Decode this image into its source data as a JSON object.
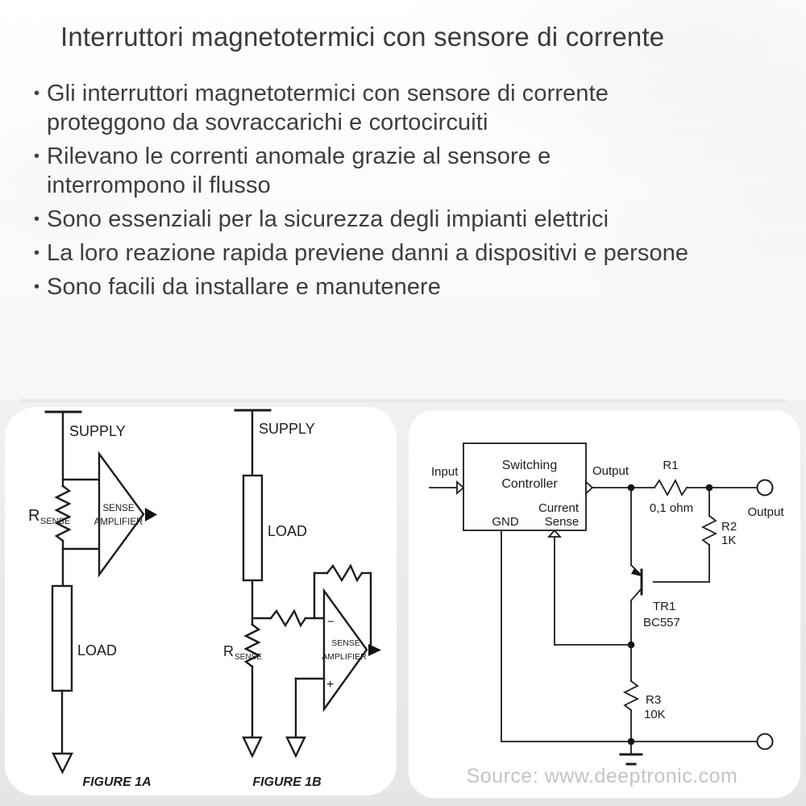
{
  "header": {
    "title": "Interruttori magnetotermici con sensore di corrente"
  },
  "ui": {
    "bullet_marker": "•"
  },
  "bullets": [
    "Gli interruttori magnetotermici con sensore di corrente\nproteggono da sovraccarichi e cortocircuiti",
    "Rilevano le correnti anomale grazie al sensore e\ninterrompono il flusso",
    "Sono essenziali per la sicurezza degli impianti elettrici",
    "La loro reazione rapida previene danni a dispositivi e persone",
    "Sono facili da installare e manutenere"
  ],
  "figure_1a": {
    "supply_label": "SUPPLY",
    "rsense_main": "R",
    "rsense_sub": "SENSE",
    "amp_line1": "SENSE",
    "amp_line2": "AMPLIFIER",
    "load_label": "LOAD",
    "caption": "FIGURE 1A"
  },
  "figure_1b": {
    "supply_label": "SUPPLY",
    "load_label": "LOAD",
    "rsense_main": "R",
    "rsense_sub": "SENSE",
    "amp_line1": "SENSE",
    "amp_line2": "AMPLIFIER",
    "minus_sign": "−",
    "plus_sign": "+",
    "caption": "FIGURE 1B"
  },
  "controller": {
    "input_label": "Input",
    "box_line1": "Switching",
    "box_line2": "Controller",
    "gnd_pin": "GND",
    "current_sense_line1": "Current",
    "current_sense_line2": "Sense",
    "output_pin_label": "Output",
    "r1_name": "R1",
    "r1_value": "0,1 ohm",
    "r2_name": "R2",
    "r2_value": "1K",
    "tr1_name": "TR1",
    "tr1_part": "BC557",
    "r3_name": "R3",
    "r3_value": "10K",
    "output_terminal_label": "Output"
  },
  "source_credit": "Source: www.deeptronic.com",
  "colors": {
    "text": "#3e3e3e",
    "schematic_line": "#1c1c1c",
    "muted": "#c4c4c4",
    "card_bg": "#ffffff",
    "strip_bg": "#ebebeb"
  }
}
